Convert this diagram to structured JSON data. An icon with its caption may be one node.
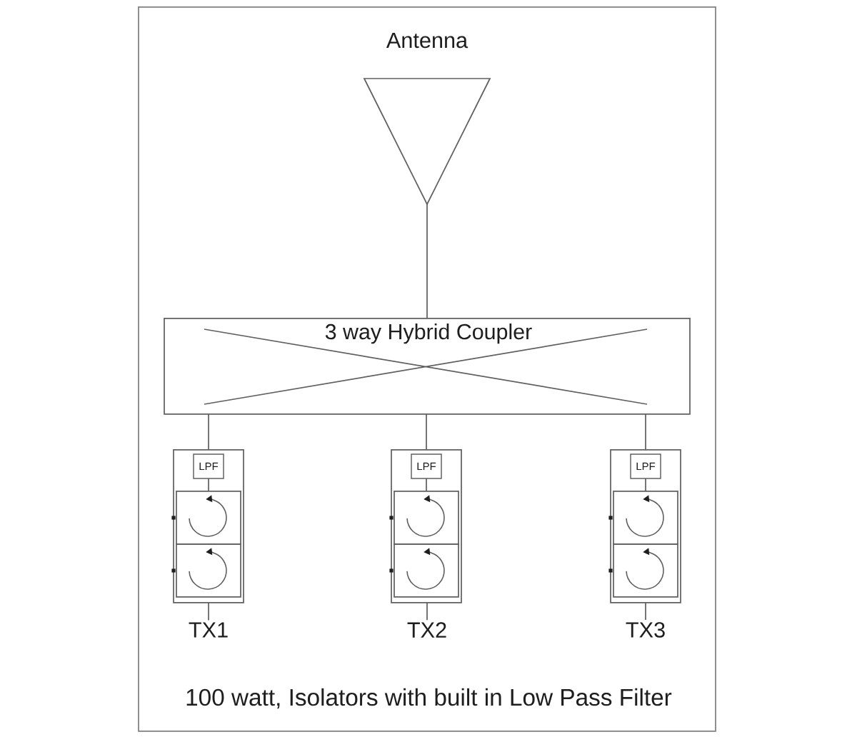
{
  "diagram": {
    "caption": "100 watt, Isolators with built in Low Pass Filter",
    "nodes": [
      {
        "text": [
          "Antenna"
        ]
      },
      {
        "text": [
          "3 way Hybrid Coupler"
        ]
      },
      {
        "text": [],
        "shape": "box"
      },
      {
        "text": [
          "LPF"
        ],
        "in": 2
      },
      {
        "text": [],
        "shape": "box",
        "in": 2
      },
      {
        "text": [],
        "shape": "box",
        "in": 2
      },
      {
        "text": [],
        "shape": "box"
      },
      {
        "text": [
          "LPF"
        ],
        "in": 6
      },
      {
        "text": [],
        "shape": "box",
        "in": 6
      },
      {
        "text": [],
        "shape": "box",
        "in": 6
      },
      {
        "text": [],
        "shape": "box"
      },
      {
        "text": [
          "LPF"
        ],
        "in": 10
      },
      {
        "text": [],
        "shape": "box",
        "in": 10
      },
      {
        "text": [],
        "shape": "box",
        "in": 10
      },
      {
        "text": [
          "TX1"
        ]
      },
      {
        "text": [
          "TX2"
        ]
      },
      {
        "text": [
          "TX3"
        ]
      }
    ],
    "edges": [
      {
        "from": 0,
        "to": 1,
        "arrow": "none"
      },
      {
        "from": 1,
        "to": 2,
        "arrow": "none"
      },
      {
        "from": 1,
        "to": 6,
        "arrow": "none"
      },
      {
        "from": 1,
        "to": 10,
        "arrow": "none"
      },
      {
        "from": 3,
        "to": 4,
        "arrow": "none"
      },
      {
        "from": 7,
        "to": 8,
        "arrow": "none"
      },
      {
        "from": 11,
        "to": 12,
        "arrow": "none"
      },
      {
        "from": 2,
        "to": 14,
        "arrow": "none"
      },
      {
        "from": 6,
        "to": 15,
        "arrow": "none"
      },
      {
        "from": 10,
        "to": 16,
        "arrow": "none"
      }
    ]
  }
}
